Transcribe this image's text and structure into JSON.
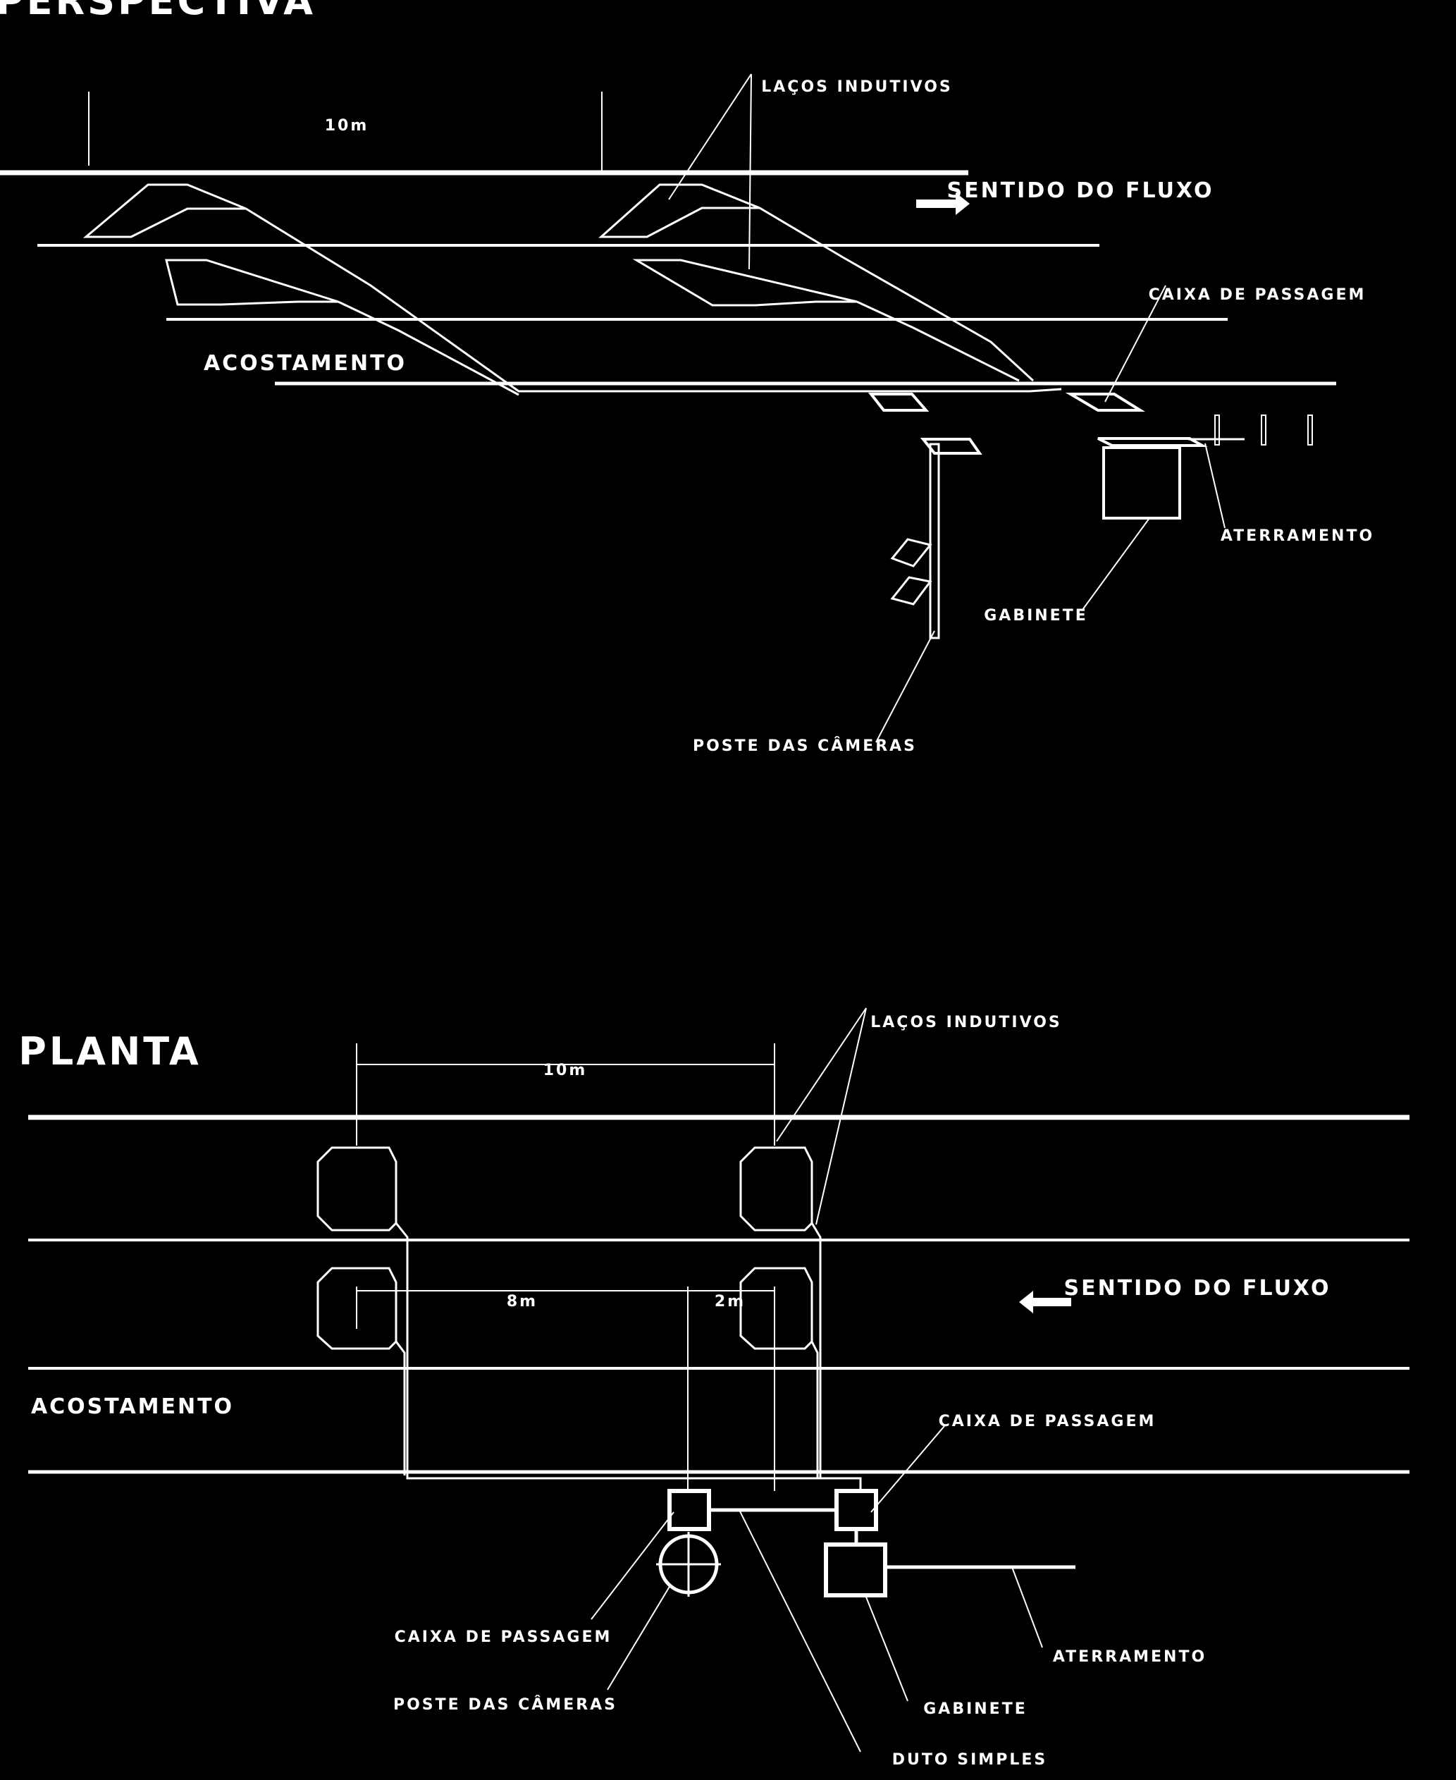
{
  "perspective": {
    "title": "PERSPECTIVA",
    "lacos_label": "LAÇOS INDUTIVOS",
    "dim_10m": "10m",
    "flow_label": "SENTIDO DO FLUXO",
    "caixa_label": "CAIXA DE PASSAGEM",
    "acostamento_label": "ACOSTAMENTO",
    "aterramento_label": "ATERRAMENTO",
    "gabinete_label": "GABINETE",
    "poste_label": "POSTE DAS CÂMERAS"
  },
  "plan": {
    "title": "PLANTA",
    "lacos_label": "LAÇOS INDUTIVOS",
    "dim_10m": "10m",
    "dim_8m": "8m",
    "dim_2m": "2m",
    "flow_label": "SENTIDO DO FLUXO",
    "acostamento_label": "ACOSTAMENTO",
    "caixa_right_label": "CAIXA DE PASSAGEM",
    "caixa_left_label": "CAIXA DE PASSAGEM",
    "poste_label": "POSTE DAS CÂMERAS",
    "aterramento_label": "ATERRAMENTO",
    "gabinete_label": "GABINETE",
    "duto_label": "DUTO SIMPLES"
  }
}
